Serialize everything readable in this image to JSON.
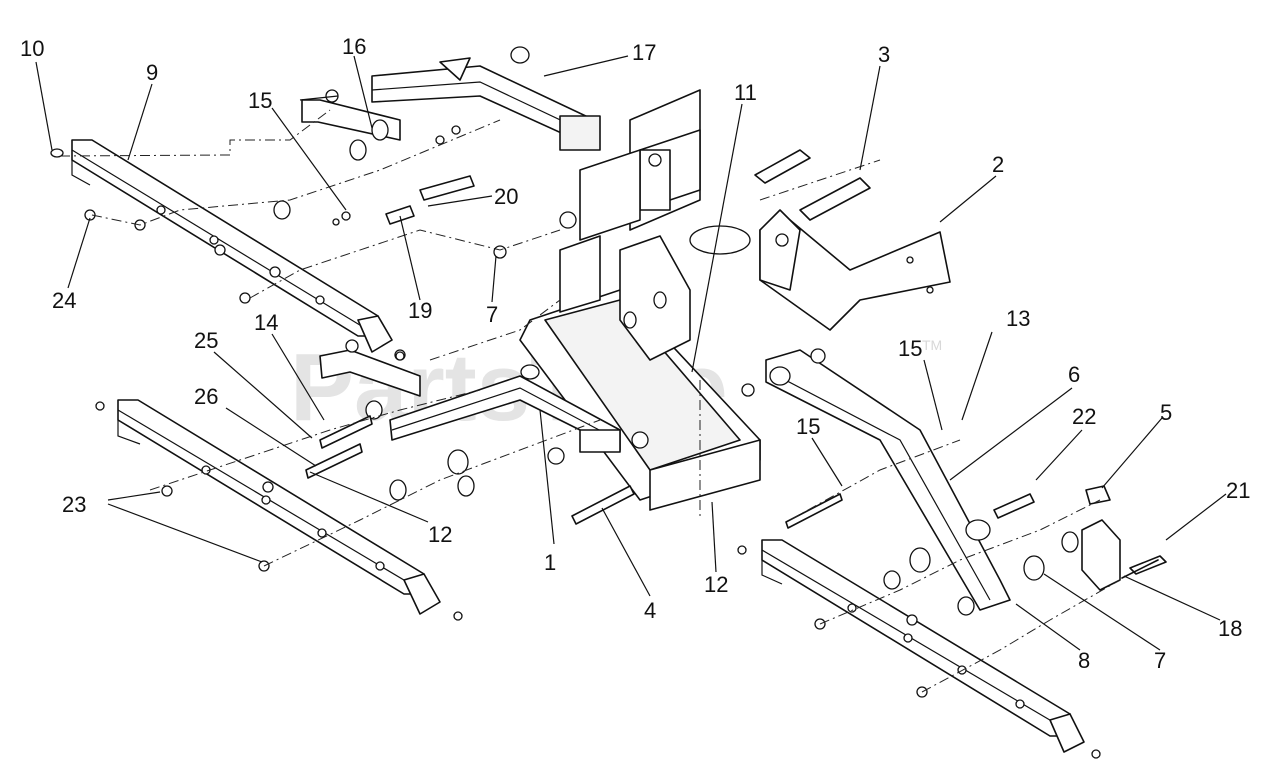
{
  "watermark": {
    "text": "PartsTree",
    "trademark": "TM"
  },
  "callouts": [
    {
      "id": "c10",
      "label": "10"
    },
    {
      "id": "c9",
      "label": "9"
    },
    {
      "id": "c16",
      "label": "16"
    },
    {
      "id": "c17",
      "label": "17"
    },
    {
      "id": "c15a",
      "label": "15"
    },
    {
      "id": "c11",
      "label": "11"
    },
    {
      "id": "c3",
      "label": "3"
    },
    {
      "id": "c2",
      "label": "2"
    },
    {
      "id": "c20",
      "label": "20"
    },
    {
      "id": "c24",
      "label": "24"
    },
    {
      "id": "c19",
      "label": "19"
    },
    {
      "id": "c7a",
      "label": "7"
    },
    {
      "id": "c25",
      "label": "25"
    },
    {
      "id": "c14",
      "label": "14"
    },
    {
      "id": "c26",
      "label": "26"
    },
    {
      "id": "c15b",
      "label": "15"
    },
    {
      "id": "c13",
      "label": "13"
    },
    {
      "id": "c6",
      "label": "6"
    },
    {
      "id": "c15c",
      "label": "15"
    },
    {
      "id": "c22",
      "label": "22"
    },
    {
      "id": "c5",
      "label": "5"
    },
    {
      "id": "c23",
      "label": "23"
    },
    {
      "id": "c12a",
      "label": "12"
    },
    {
      "id": "c1",
      "label": "1"
    },
    {
      "id": "c12b",
      "label": "12"
    },
    {
      "id": "c4",
      "label": "4"
    },
    {
      "id": "c21",
      "label": "21"
    },
    {
      "id": "c18",
      "label": "18"
    },
    {
      "id": "c8",
      "label": "8"
    },
    {
      "id": "c7b",
      "label": "7"
    }
  ],
  "colors": {
    "line": "#111111",
    "background": "#ffffff",
    "watermark": "#e4e4e4"
  }
}
